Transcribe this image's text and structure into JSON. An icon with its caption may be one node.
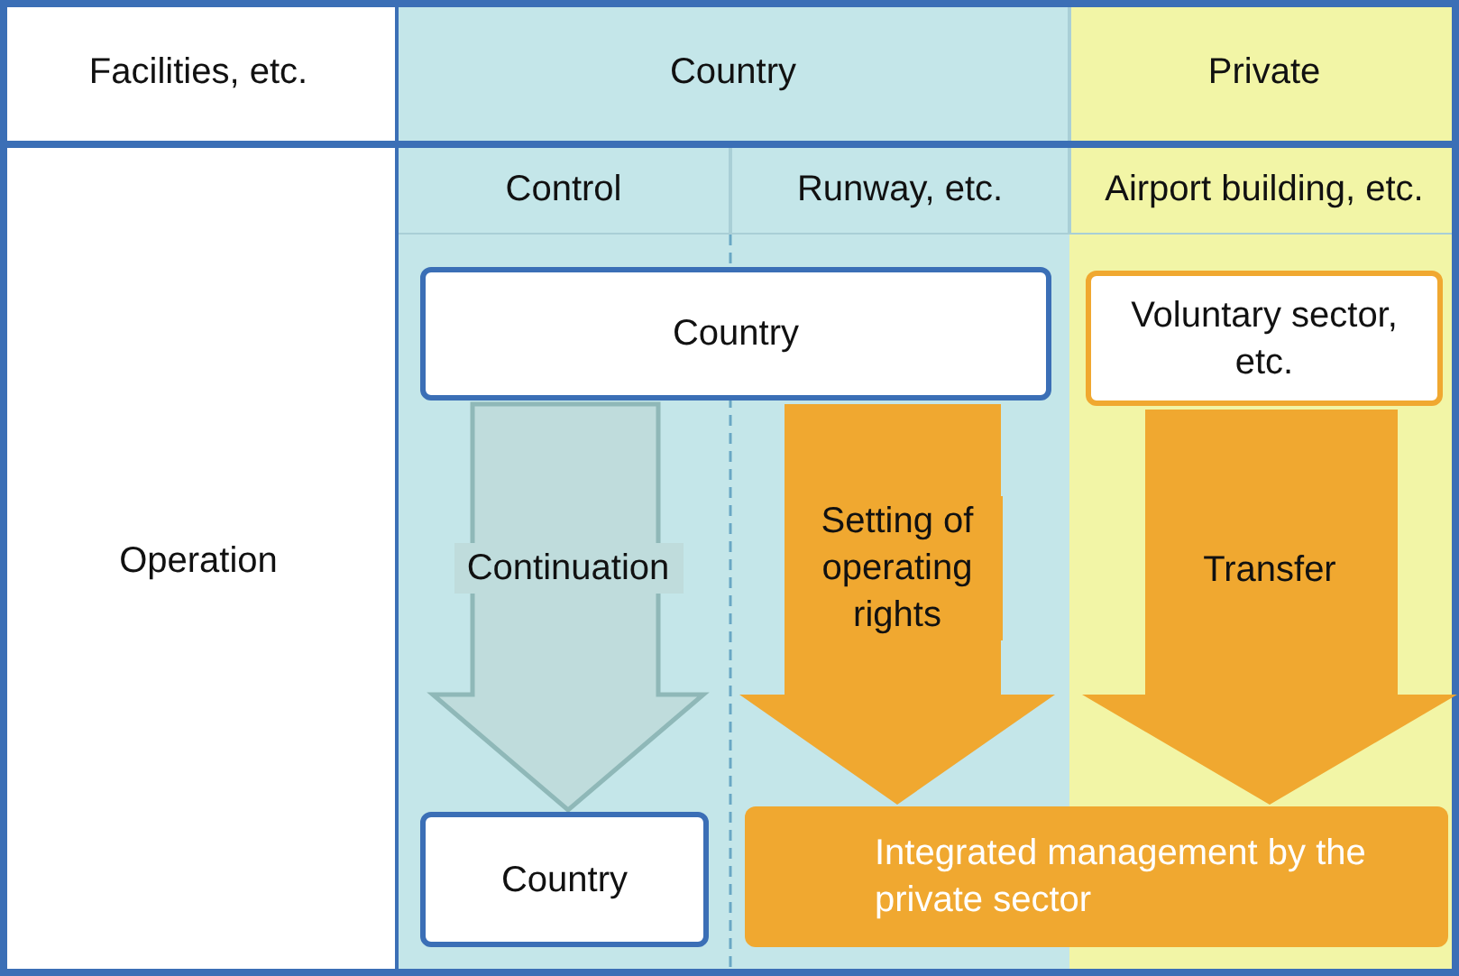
{
  "diagram": {
    "nodes": [
      {
        "text": [
          "Country"
        ]
      },
      {
        "text": [
          "Voluntary sector, etc."
        ]
      },
      {
        "text": [
          "Country"
        ]
      },
      {
        "text": [
          "Integrated management by the private sector"
        ]
      }
    ],
    "edges": [
      {
        "from": 0,
        "to": 2,
        "arrow": "to",
        "label": "Continuation",
        "color": "#bfdcdc"
      },
      {
        "from": 0,
        "to": 3,
        "arrow": "to",
        "label": "Setting of operating rights"
      },
      {
        "from": 1,
        "to": 3,
        "arrow": "to",
        "label": "Transfer"
      }
    ],
    "labels": [
      "Facilities, etc.",
      "Country",
      "Private",
      "Operation",
      "Control",
      "Runway, etc.",
      "Airport building, etc."
    ]
  }
}
